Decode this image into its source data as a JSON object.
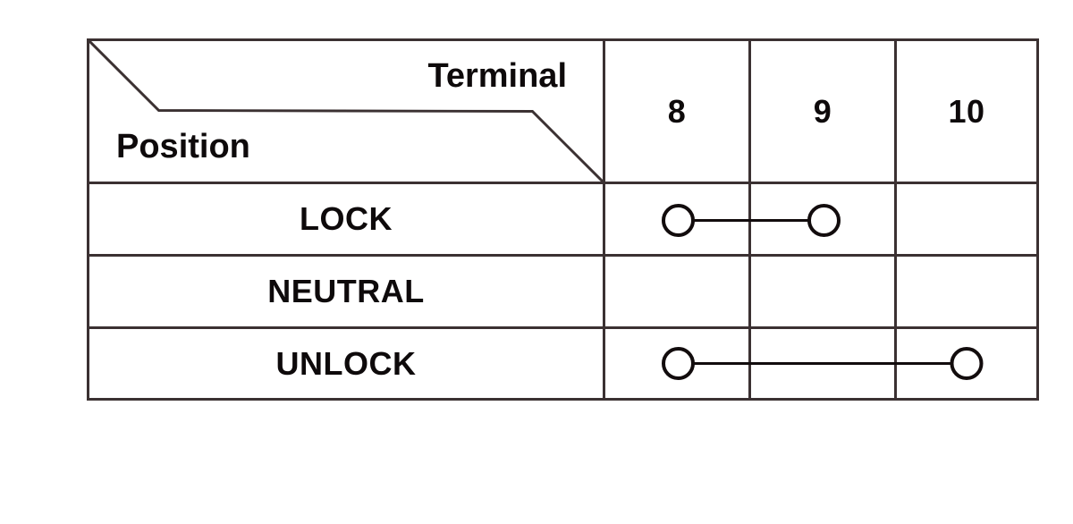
{
  "table": {
    "corner": {
      "top_label": "Terminal",
      "bottom_label": "Position"
    },
    "terminals": [
      "8",
      "9",
      "10"
    ],
    "rows": [
      {
        "label": "LOCK",
        "connected": [
          "8",
          "9"
        ]
      },
      {
        "label": "NEUTRAL",
        "connected": []
      },
      {
        "label": "UNLOCK",
        "connected": [
          "8",
          "10"
        ]
      }
    ],
    "symbol_meaning": "circle-circle line = continuity between terminals",
    "colors": {
      "grid_line": "#3b3132",
      "symbol": "#120c0d",
      "text": "#0e0a0b",
      "background": "#ffffff"
    }
  }
}
